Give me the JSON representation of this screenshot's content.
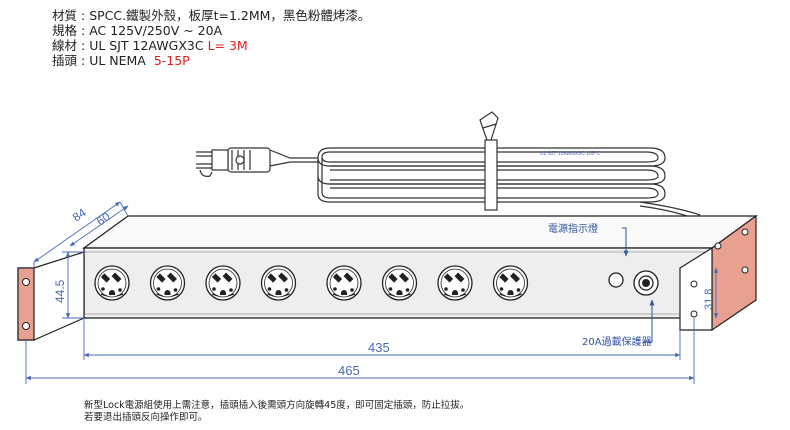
{
  "specs": [
    {
      "label": "材質",
      "value": "SPCC.鐵製外殼，板厚t=1.2MM，黑色粉體烤漆。",
      "highlight": ""
    },
    {
      "label": "規格",
      "value": "AC 125V/250V ~ 20A",
      "highlight": ""
    },
    {
      "label": "線材",
      "value": "UL SJT 12AWGX3C",
      "highlight": "L= 3M"
    },
    {
      "label": "插頭",
      "value": "UL NEMA",
      "highlight": "5-15P"
    }
  ],
  "separator": " : ",
  "cable_label": "UL SJT 12AWGX3C 105°C",
  "callouts": {
    "power_indicator": "電源指示燈",
    "breaker": "20A過載保護器"
  },
  "dimensions": {
    "d84": "84",
    "d60": "60",
    "d44_5": "44.5",
    "d31_8": "31.8",
    "d435": "435",
    "d465": "465"
  },
  "notes": [
    "新型Lock電源組使用上需注意，插頭插入後需頭方向旋轉45度，即可固定插頭，防止拉拔。",
    "若要退出插頭反向操作即可。"
  ],
  "outlet_count": 8,
  "colors": {
    "dimension": "#4a6ab8",
    "highlight": "#e02020",
    "panel_fill": "#eeeeee",
    "ear_fill": "#e8a090"
  }
}
